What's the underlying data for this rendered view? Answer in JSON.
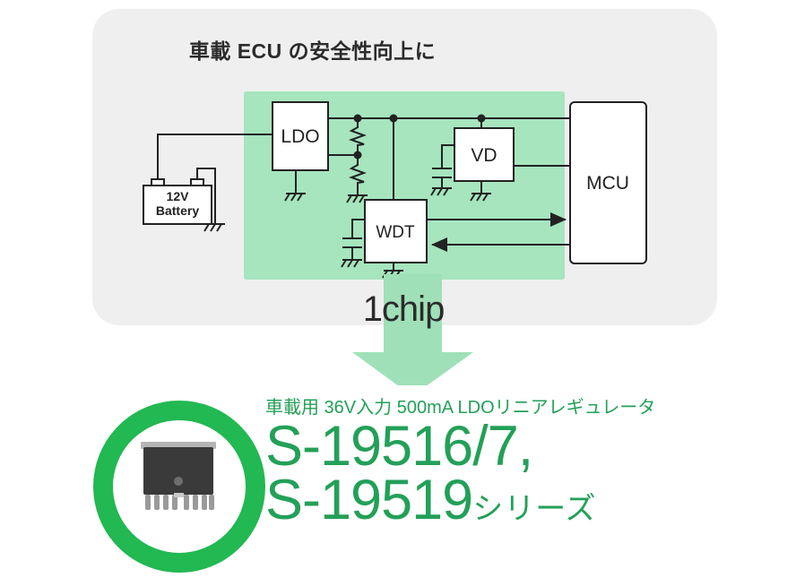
{
  "card": {
    "title": "車載 ECU の安全性向上に"
  },
  "schematic": {
    "blocks": [
      {
        "id": "ldo",
        "label": "LDO"
      },
      {
        "id": "wdt",
        "label": "WDT"
      },
      {
        "id": "vd",
        "label": "VD"
      },
      {
        "id": "mcu",
        "label": "MCU"
      }
    ],
    "battery": {
      "line1": "12V",
      "line2": "Battery"
    },
    "highlight_color": "#a6e5be",
    "card_bg": "#efefef",
    "line_color": "#222222"
  },
  "arrow": {
    "label": "1chip",
    "color": "#9fe0b8"
  },
  "product": {
    "subtitle": "車載用 36V入力 500mA LDOリニアレギュレータ",
    "name_line1": "S-19516/7,",
    "name_line2": "S-19519",
    "series_suffix": "シリーズ",
    "color": "#23a058"
  },
  "badge": {
    "ring_color": "#22b852",
    "chip_body_color": "#3a3a3a",
    "chip_tab_color": "#b5b5b5",
    "chip_pin_color": "#9a9a9a"
  }
}
